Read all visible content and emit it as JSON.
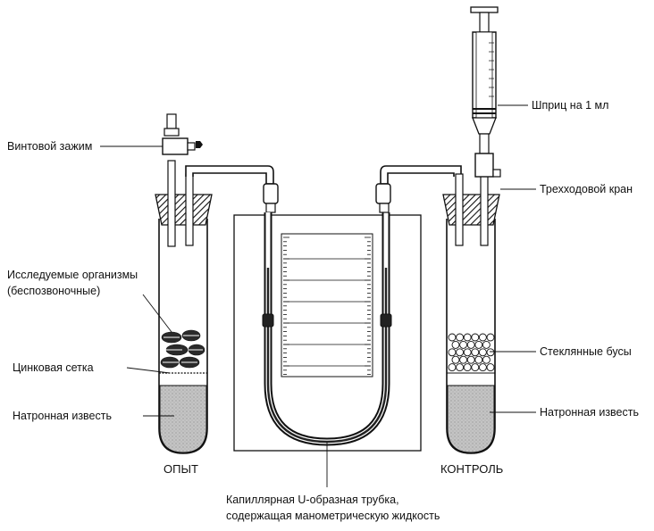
{
  "labels": {
    "screw_clamp": "Винтовой зажим",
    "organisms_line1": "Исследуемые организмы",
    "organisms_line2": "(беспозвоночные)",
    "zinc_mesh": "Цинковая сетка",
    "soda_lime_left": "Натронная известь",
    "syringe": "Шприц на 1 мл",
    "three_way_valve": "Трехходовой кран",
    "glass_beads": "Стеклянные бусы",
    "soda_lime_right": "Натронная известь",
    "experiment": "ОПЫТ",
    "control": "КОНТРОЛЬ",
    "capillary_line1": "Капиллярная U-образная трубка,",
    "capillary_line2": "содержащая манометрическую жидкость"
  }
}
